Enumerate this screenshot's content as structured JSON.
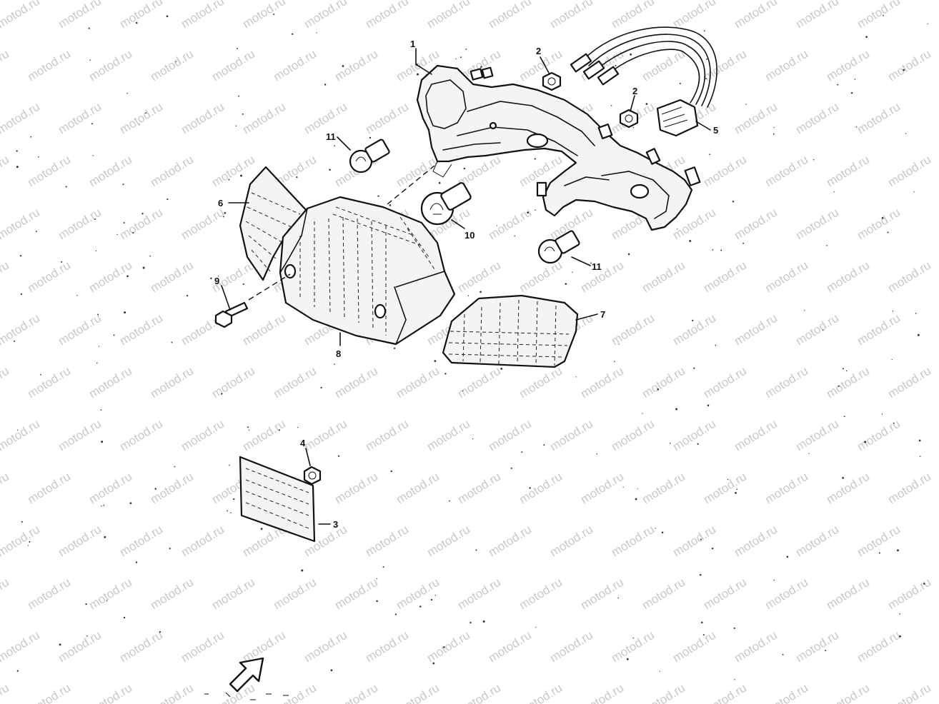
{
  "watermark": {
    "text": "motod.ru"
  },
  "callouts": [
    {
      "id": "1",
      "label": "1"
    },
    {
      "id": "2a",
      "label": "2"
    },
    {
      "id": "2b",
      "label": "2"
    },
    {
      "id": "3",
      "label": "3"
    },
    {
      "id": "4",
      "label": "4"
    },
    {
      "id": "5",
      "label": "5"
    },
    {
      "id": "6",
      "label": "6"
    },
    {
      "id": "7",
      "label": "7"
    },
    {
      "id": "8",
      "label": "8"
    },
    {
      "id": "9",
      "label": "9"
    },
    {
      "id": "10",
      "label": "10"
    },
    {
      "id": "11a",
      "label": "11"
    },
    {
      "id": "11b",
      "label": "11"
    }
  ]
}
